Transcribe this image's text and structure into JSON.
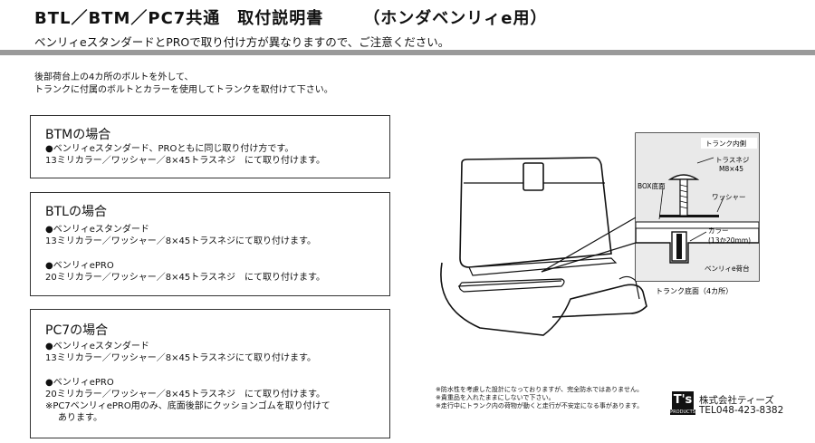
{
  "header": {
    "title": "BTL／BTM／PC7共通　取付説明書",
    "title_suffix": "（ホンダベンリィe用）",
    "subtitle": "ベンリィeスタンダードとPROで取り付け方が異なりますので、ご注意ください。"
  },
  "intro": {
    "line1": "後部荷台上の4カ所のボルトを外して、",
    "line2": "トランクに付属のボルトとカラーを使用してトランクを取付けて下さい。"
  },
  "sections": {
    "btm": {
      "title": "BTMの場合",
      "line1": "●ベンリィeスタンダード、PROともに同じ取り付け方です。",
      "line2": "13ミリカラー／ワッシャー／8×45トラスネジ　にて取り付けます。"
    },
    "btl": {
      "title": "BTLの場合",
      "std_label": "●ベンリィeスタンダード",
      "std_text": "13ミリカラー／ワッシャー／8×45トラスネジにて取り付けます。",
      "pro_label": "●ベンリィePRO",
      "pro_text": "20ミリカラー／ワッシャー／8×45トラスネジ　にて取り付けます。"
    },
    "pc7": {
      "title": "PC7の場合",
      "std_label": "●ベンリィeスタンダード",
      "std_text": "13ミリカラー／ワッシャー／8×45トラスネジにて取り付けます。",
      "pro_label": "●ベンリィePRO",
      "pro_text": "20ミリカラー／ワッシャー／8×45トラスネジ　にて取り付けます。",
      "note1": "※PC7ベンリィePRO用のみ、底面後部にクッションゴムを取り付けて",
      "note2": "あります。"
    }
  },
  "diagram": {
    "trunk_inside": "トランク内側",
    "truss_screw": "トラスネジ",
    "screw_size": "M8×45",
    "box_bottom": "BOX底面",
    "washer": "ワッシャー",
    "collar": "カラー",
    "collar_size": "(13か20mm)",
    "carrier": "ベンリィe荷台",
    "caption": "トランク底面（4カ所）"
  },
  "notes": {
    "line1": "※防水性を考慮した設計になっておりますが、完全防水ではありません。",
    "line2": "※貴重品を入れたままにしないで下さい。",
    "line3": "※走行中にトランク内の荷物が動くと走行が不安定になる事があります。"
  },
  "company": {
    "logo_mark": "T's",
    "logo_sub": "PRODUCTS",
    "name": "株式会社ティーズ",
    "tel": "TEL048-423-8382"
  }
}
